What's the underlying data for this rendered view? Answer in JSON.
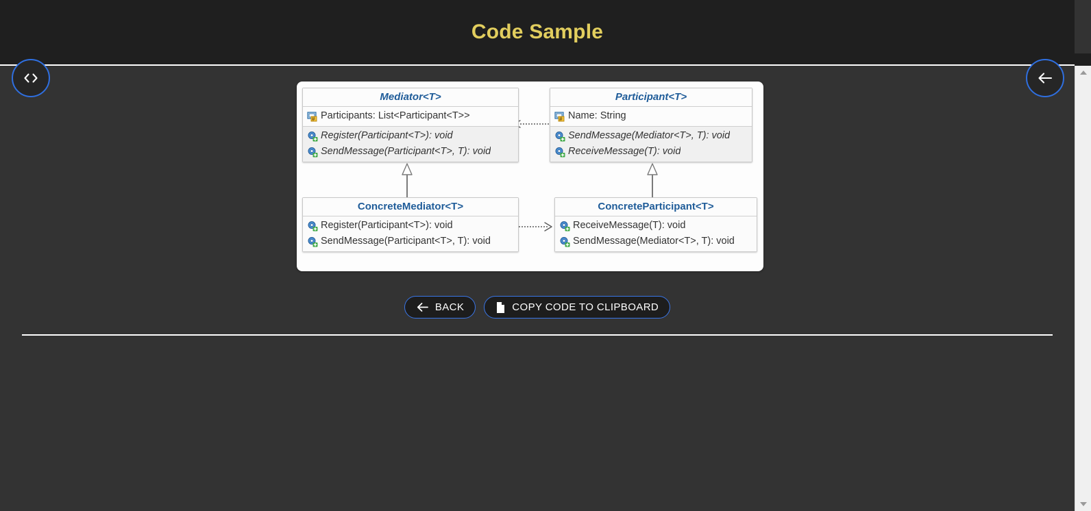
{
  "header": {
    "title": "Code Sample"
  },
  "fabs": {
    "code_button": {
      "name": "view-code",
      "glyph": "code-brackets-icon"
    },
    "back_button": {
      "name": "go-back",
      "glyph": "arrow-left-icon"
    }
  },
  "diagram": {
    "type": "uml-class-diagram",
    "classes": [
      {
        "id": "mediator",
        "title": "Mediator<T>",
        "abstract": true,
        "fields": [
          {
            "icon": "field-icon",
            "text": "Participants: List<Participant<T>>"
          }
        ],
        "methods": [
          {
            "icon": "method-icon",
            "text": "Register(Participant<T>): void"
          },
          {
            "icon": "method-icon",
            "text": "SendMessage(Participant<T>, T): void"
          }
        ]
      },
      {
        "id": "participant",
        "title": "Participant<T>",
        "abstract": true,
        "fields": [
          {
            "icon": "field-icon",
            "text": "Name: String"
          }
        ],
        "methods": [
          {
            "icon": "method-icon",
            "text": "SendMessage(Mediator<T>, T): void"
          },
          {
            "icon": "method-icon",
            "text": "ReceiveMessage(T): void"
          }
        ]
      },
      {
        "id": "concrete-mediator",
        "title": "ConcreteMediator<T>",
        "abstract": false,
        "fields": [],
        "methods": [
          {
            "icon": "method-icon",
            "text": "Register(Participant<T>): void"
          },
          {
            "icon": "method-icon",
            "text": "SendMessage(Participant<T>, T): void"
          }
        ]
      },
      {
        "id": "concrete-participant",
        "title": "ConcreteParticipant<T>",
        "abstract": false,
        "fields": [],
        "methods": [
          {
            "icon": "method-icon",
            "text": "ReceiveMessage(T): void"
          },
          {
            "icon": "method-icon",
            "text": "SendMessage(Mediator<T>, T): void"
          }
        ]
      }
    ],
    "relations": [
      {
        "kind": "dependency",
        "from": "participant",
        "to": "mediator",
        "style": "dotted",
        "arrow": "open-left"
      },
      {
        "kind": "inheritance",
        "from": "concrete-mediator",
        "to": "mediator",
        "style": "solid",
        "arrow": "hollow-triangle-up"
      },
      {
        "kind": "inheritance",
        "from": "concrete-participant",
        "to": "participant",
        "style": "solid",
        "arrow": "hollow-triangle-up"
      },
      {
        "kind": "dependency",
        "from": "concrete-mediator",
        "to": "concrete-participant",
        "style": "dotted",
        "arrow": "open-right"
      }
    ]
  },
  "actions": {
    "back": {
      "label": "BACK",
      "icon": "arrow-left-icon"
    },
    "copy": {
      "label": "COPY CODE TO CLIPBOARD",
      "icon": "file-copy-icon"
    }
  },
  "colors": {
    "header_bg": "#1f1f1f",
    "page_bg": "#333333",
    "title_accent": "#e2ce5e",
    "button_border": "#3a76e8",
    "uml_title": "#1f5c99"
  }
}
